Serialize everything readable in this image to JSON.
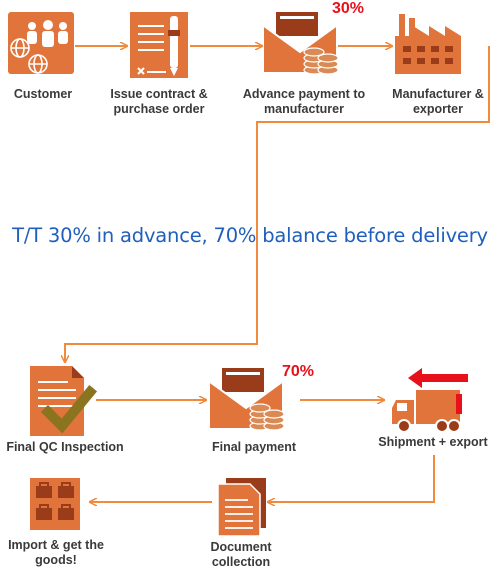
{
  "colors": {
    "accent": "#f08a3c",
    "icon_fill": "#e0743a",
    "icon_dark": "#9a3c1a",
    "coins": "#d98a55",
    "percent_red": "#e8101a",
    "banner_blue": "#1f5fbd",
    "check_olive": "#8a7420"
  },
  "steps": {
    "customer": {
      "label": "Customer",
      "icon": "people-globe-icon"
    },
    "contract": {
      "label": "Issue contract &\npurchase order",
      "icon": "contract-pen-icon"
    },
    "advance": {
      "label": "Advance payment to\nmanufacturer",
      "icon": "envelope-coins-icon",
      "percent": "30%"
    },
    "manufacturer": {
      "label": "Manufacturer &\nexporter",
      "icon": "factory-icon"
    },
    "qc": {
      "label": "Final QC Inspection",
      "icon": "document-check-icon"
    },
    "final_payment": {
      "label": "Final payment",
      "icon": "envelope-coins-icon",
      "percent": "70%"
    },
    "shipment": {
      "label": "Shipment + export",
      "icon": "truck-icon"
    },
    "documents": {
      "label": "Document\ncollection",
      "icon": "documents-icon"
    },
    "import": {
      "label": "Import & get the\ngoods!",
      "icon": "boxes-icon"
    }
  },
  "banner": "T/T 30% in advance, 70% balance before delivery"
}
